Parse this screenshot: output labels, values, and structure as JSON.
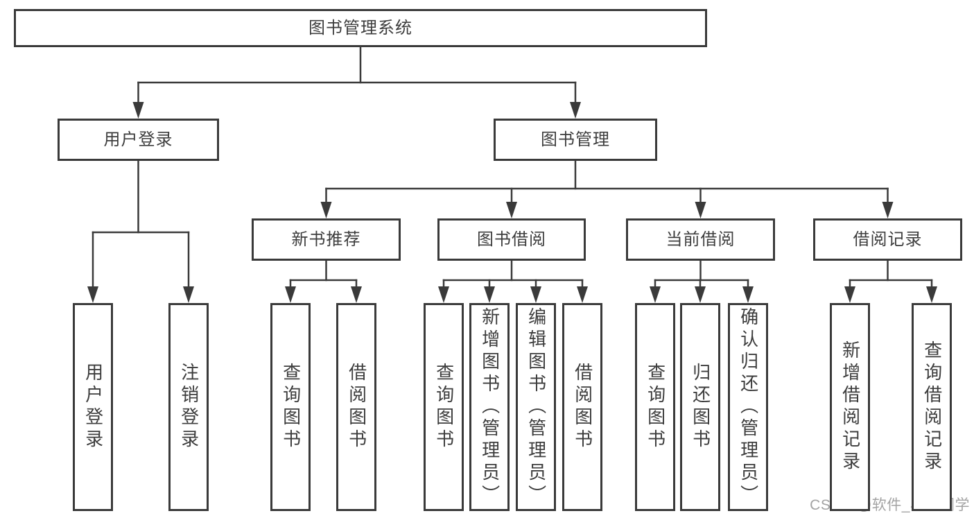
{
  "title": "图书管理系统",
  "watermark": "CSDN @软件_小贺同学",
  "colors": {
    "line": "#3a3a3a",
    "text": "#3d3d3d",
    "background": "#ffffff",
    "watermark": "#a3a3a3"
  },
  "nodes": [
    {
      "id": "root",
      "label": "图书管理系统",
      "parent": null,
      "text_direction": "horizontal"
    },
    {
      "id": "user-login",
      "label": "用户登录",
      "parent": "root",
      "text_direction": "horizontal"
    },
    {
      "id": "book-mgmt",
      "label": "图书管理",
      "parent": "root",
      "text_direction": "horizontal"
    },
    {
      "id": "login",
      "label": "用户登录",
      "parent": "user-login",
      "text_direction": "vertical"
    },
    {
      "id": "logout",
      "label": "注销登录",
      "parent": "user-login",
      "text_direction": "vertical"
    },
    {
      "id": "new-book-rec",
      "label": "新书推荐",
      "parent": "book-mgmt",
      "text_direction": "horizontal"
    },
    {
      "id": "book-borrow",
      "label": "图书借阅",
      "parent": "book-mgmt",
      "text_direction": "horizontal"
    },
    {
      "id": "current-borrow",
      "label": "当前借阅",
      "parent": "book-mgmt",
      "text_direction": "horizontal"
    },
    {
      "id": "borrow-records",
      "label": "借阅记录",
      "parent": "book-mgmt",
      "text_direction": "horizontal"
    },
    {
      "id": "rec-query-books",
      "label": "查询图书",
      "parent": "new-book-rec",
      "text_direction": "vertical"
    },
    {
      "id": "rec-borrow-books",
      "label": "借阅图书",
      "parent": "new-book-rec",
      "text_direction": "vertical"
    },
    {
      "id": "bb-query-books",
      "label": "查询图书",
      "parent": "book-borrow",
      "text_direction": "vertical"
    },
    {
      "id": "bb-add-books",
      "label": "新增图书（管理员）",
      "parent": "book-borrow",
      "text_direction": "vertical"
    },
    {
      "id": "bb-edit-books",
      "label": "编辑图书（管理员）",
      "parent": "book-borrow",
      "text_direction": "vertical"
    },
    {
      "id": "bb-borrow-books",
      "label": "借阅图书",
      "parent": "book-borrow",
      "text_direction": "vertical"
    },
    {
      "id": "cb-query-books",
      "label": "查询图书",
      "parent": "current-borrow",
      "text_direction": "vertical"
    },
    {
      "id": "cb-return-books",
      "label": "归还图书",
      "parent": "current-borrow",
      "text_direction": "vertical"
    },
    {
      "id": "cb-confirm-return",
      "label": "确认归还（管理员）",
      "parent": "current-borrow",
      "text_direction": "vertical"
    },
    {
      "id": "br-add-record",
      "label": "新增借阅记录",
      "parent": "borrow-records",
      "text_direction": "vertical"
    },
    {
      "id": "br-query-record",
      "label": "查询借阅记录",
      "parent": "borrow-records",
      "text_direction": "vertical"
    }
  ]
}
